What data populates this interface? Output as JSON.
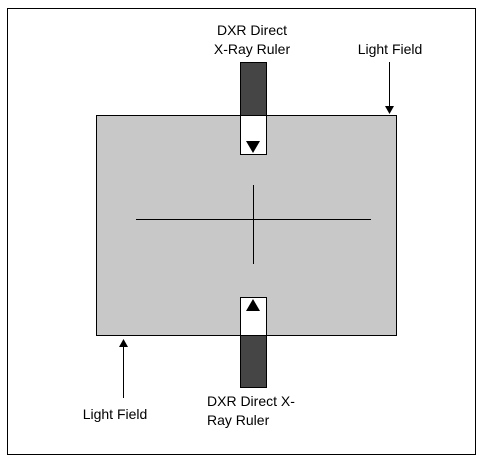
{
  "labels": {
    "top_ruler_line1": "DXR Direct",
    "top_ruler_line2": "X-Ray Ruler",
    "top_light_field": "Light Field",
    "bottom_ruler_line1": "DXR Direct X-",
    "bottom_ruler_line2": "Ray Ruler",
    "bottom_light_field": "Light Field"
  },
  "colors": {
    "border": "#000000",
    "light_field_fill": "#c8c8c8",
    "ruler_fill": "#454545",
    "window_fill": "#ffffff",
    "line": "#000000"
  }
}
